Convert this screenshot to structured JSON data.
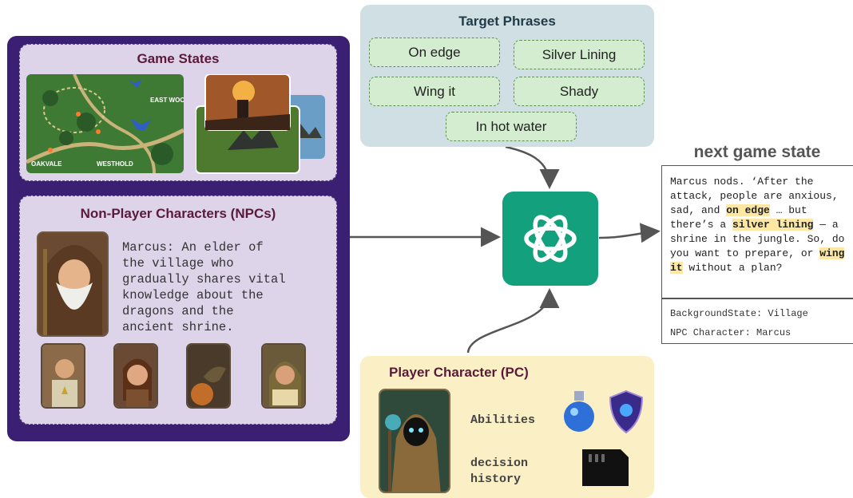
{
  "game_states": {
    "title": "Game States",
    "map_labels": [
      "OAKVALE",
      "WESTHOLD",
      "EAST WOODS"
    ]
  },
  "npcs": {
    "title": "Non-Player Characters (NPCs)",
    "description": "Marcus: An elder of\nthe village who\ngradually shares vital\nknowledge about the\ndragons and the\nancient shrine."
  },
  "target_phrases": {
    "title": "Target Phrases",
    "items": [
      "On edge",
      "Silver Lining",
      "Wing it",
      "Shady",
      "In hot water"
    ]
  },
  "player_character": {
    "title": "Player Character (PC)",
    "abilities_label": "Abilities",
    "history_label": "decision\nhistory"
  },
  "output": {
    "heading": "next game state",
    "segments": [
      {
        "text": "Marcus nods. ‘After the attack, people are anxious, sad, and ",
        "hl": false
      },
      {
        "text": "on edge",
        "hl": true
      },
      {
        "text": " … but there’s a ",
        "hl": false
      },
      {
        "text": "silver lining",
        "hl": true
      },
      {
        "text": " — a shrine in the jungle. So, do you want to prepare, or ",
        "hl": false
      },
      {
        "text": "wing it",
        "hl": true
      },
      {
        "text": " without a plan?",
        "hl": false
      }
    ],
    "background_state": "BackgroundState: Village",
    "npc_character": "NPC Character: Marcus"
  },
  "colors": {
    "left_panel": "#3b1f73",
    "logo": "#12a17c",
    "target_panel": "#cfdfe3",
    "pc_panel": "#fbefc5",
    "highlight": "#fde7a2"
  }
}
